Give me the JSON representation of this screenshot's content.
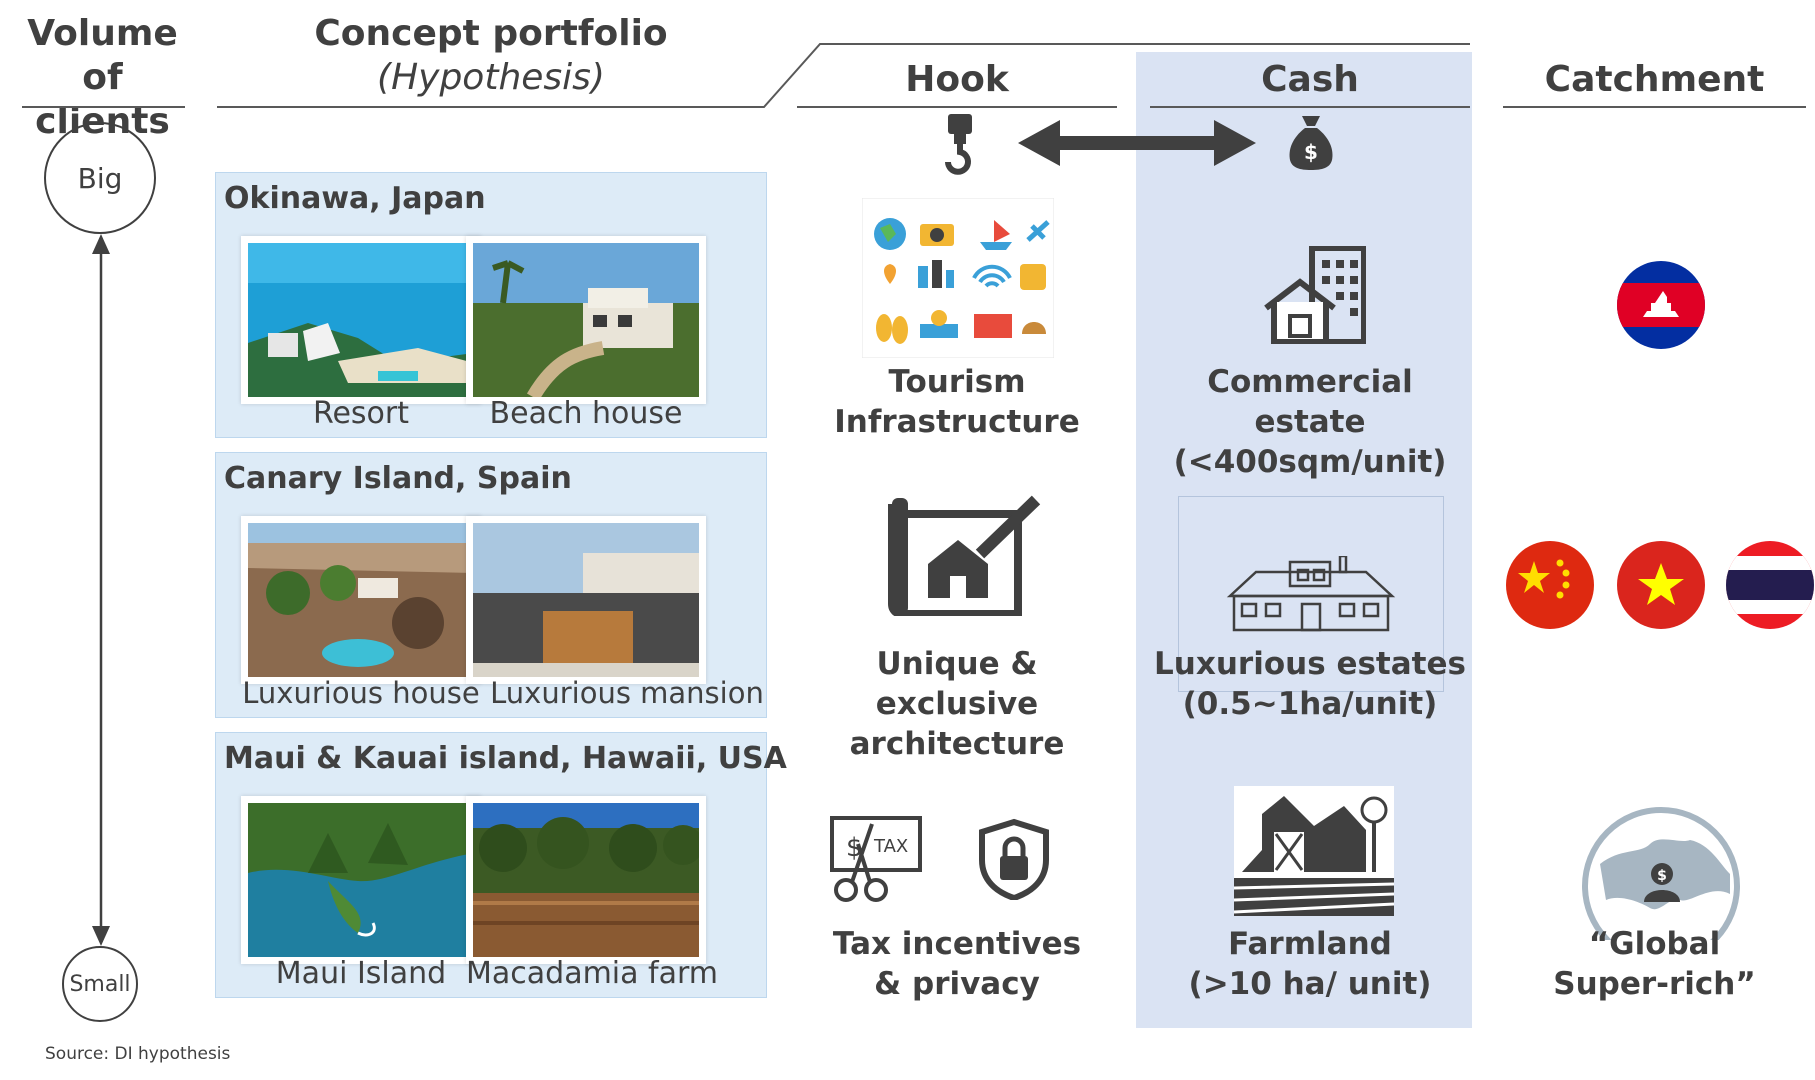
{
  "headers": {
    "volume": [
      "Volume",
      "of clients"
    ],
    "concept": "Concept portfolio",
    "concept_sub": "(Hypothesis)",
    "hook": "Hook",
    "cash": "Cash",
    "catchment": "Catchment"
  },
  "scale": {
    "big": "Big",
    "small": "Small"
  },
  "regions": [
    {
      "title": "Okinawa, Japan",
      "captions": [
        "Resort",
        "Beach house"
      ]
    },
    {
      "title": "Canary Island, Spain",
      "captions": [
        "Luxurious house",
        "Luxurious mansion"
      ]
    },
    {
      "title": "Maui & Kauai island, Hawaii, USA",
      "captions": [
        "Maui Island",
        "Macadamia farm"
      ]
    }
  ],
  "hooks": [
    {
      "line1": "Tourism",
      "line2": "Infrastructure"
    },
    {
      "line1": "Unique & exclusive",
      "line2": "architecture"
    },
    {
      "line1": "Tax incentives",
      "line2": "& privacy"
    }
  ],
  "tax_icon_text": "TAX",
  "cash_items": [
    {
      "line1": "Commercial estate",
      "line2": "(<400sqm/unit)"
    },
    {
      "line1": "Luxurious estates",
      "line2": "(0.5~1ha/unit)"
    },
    {
      "line1": "Farmland",
      "line2": "(>10 ha/ unit)"
    }
  ],
  "catchment": {
    "global_line1": "“Global",
    "global_line2": "Super-rich”"
  },
  "source": "Source:  DI hypothesis",
  "colors": {
    "cash_bg": "#dae3f3",
    "region_bg": "#ddebf7",
    "text": "#404040",
    "icon": "#404040"
  }
}
